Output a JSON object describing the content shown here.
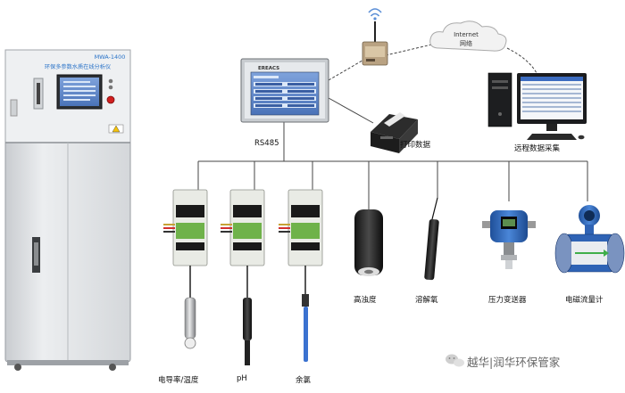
{
  "cabinet": {
    "model": "MWA-1400",
    "title": "环保多参数水质在线分析仪"
  },
  "hmi": {
    "brand": "EREACS"
  },
  "cloud": {
    "line1": "Internet",
    "line2": "网络"
  },
  "labels": {
    "rs485": "RS485",
    "printer": "打印数据",
    "remote": "远程数据采集",
    "conductivity": "电导率/温度",
    "ph": "pH",
    "chlorine": "余氯",
    "turbidity": "高浊度",
    "dissolved_oxygen": "溶解氧",
    "pressure": "压力变送器",
    "flowmeter": "电磁流量计"
  },
  "watermark": {
    "text": "越华|润华环保管家",
    "icon": "wechat-icon"
  },
  "colors": {
    "cabinet": "#e4e6e8",
    "hmi_screen": "#5b86c9",
    "transmitter_body": "#e9ebe5",
    "transmitter_green": "#6fb24a",
    "pressure_blue": "#2d6fc0",
    "flowmeter_blue": "#2f63b5",
    "connection_line": "#444444",
    "model_text": "#2a73c8"
  }
}
